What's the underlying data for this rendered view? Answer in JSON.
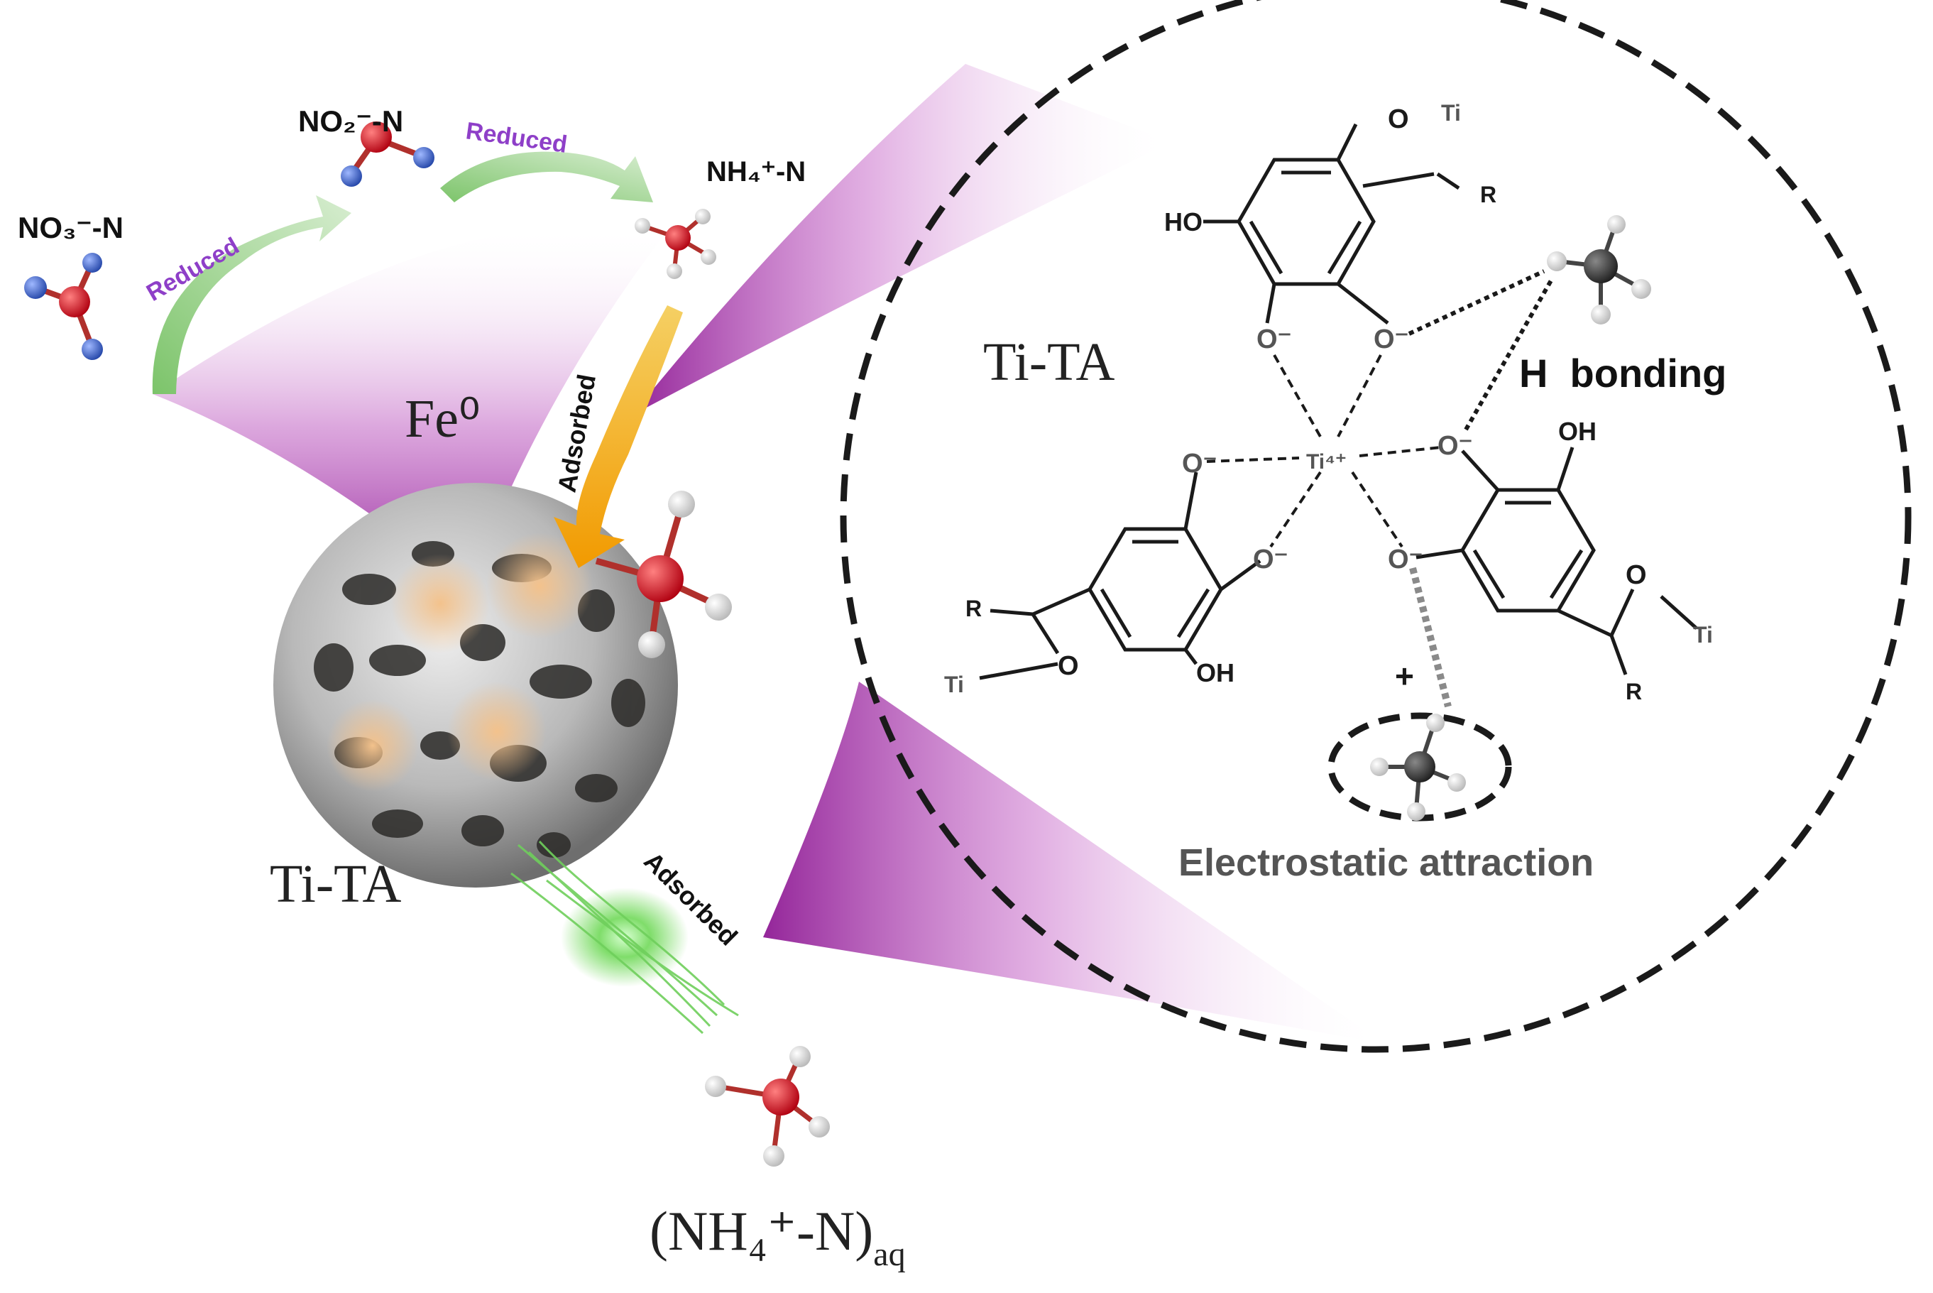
{
  "labels": {
    "nitrate": "NO₃⁻-N",
    "nitrite": "NO₂⁻-N",
    "ammonium": "NH₄⁺-N",
    "reduced_1": "Reduced",
    "reduced_2": "Reduced",
    "adsorbed_1": "Adsorbed",
    "adsorbed_2": "Adsorbed",
    "fe0": "Fe⁰",
    "ti_ta_left": "Ti-TA",
    "ti_ta_right": "Ti-TA",
    "h_bonding": "H  bonding",
    "electrostatic": "Electrostatic attraction",
    "aq": "(NH₄⁺-N)",
    "aq_sub": "aq"
  },
  "structure": {
    "ti_center": "Ti⁴⁺",
    "o_minus": "O⁻",
    "ho": "HO",
    "oh": "OH",
    "o": "O",
    "r": "R",
    "ti": "Ti",
    "plus": "+"
  },
  "colors": {
    "magenta": "#9b1fa1",
    "arrow_green": "#8fcf7a",
    "arrow_orange": "#f3a20b",
    "reduced_text": "#8e3fc8",
    "atom_n": "#d0141c",
    "atom_o": "#3f66cc",
    "atom_c": "#333333",
    "atom_h": "#e8e8e8"
  }
}
